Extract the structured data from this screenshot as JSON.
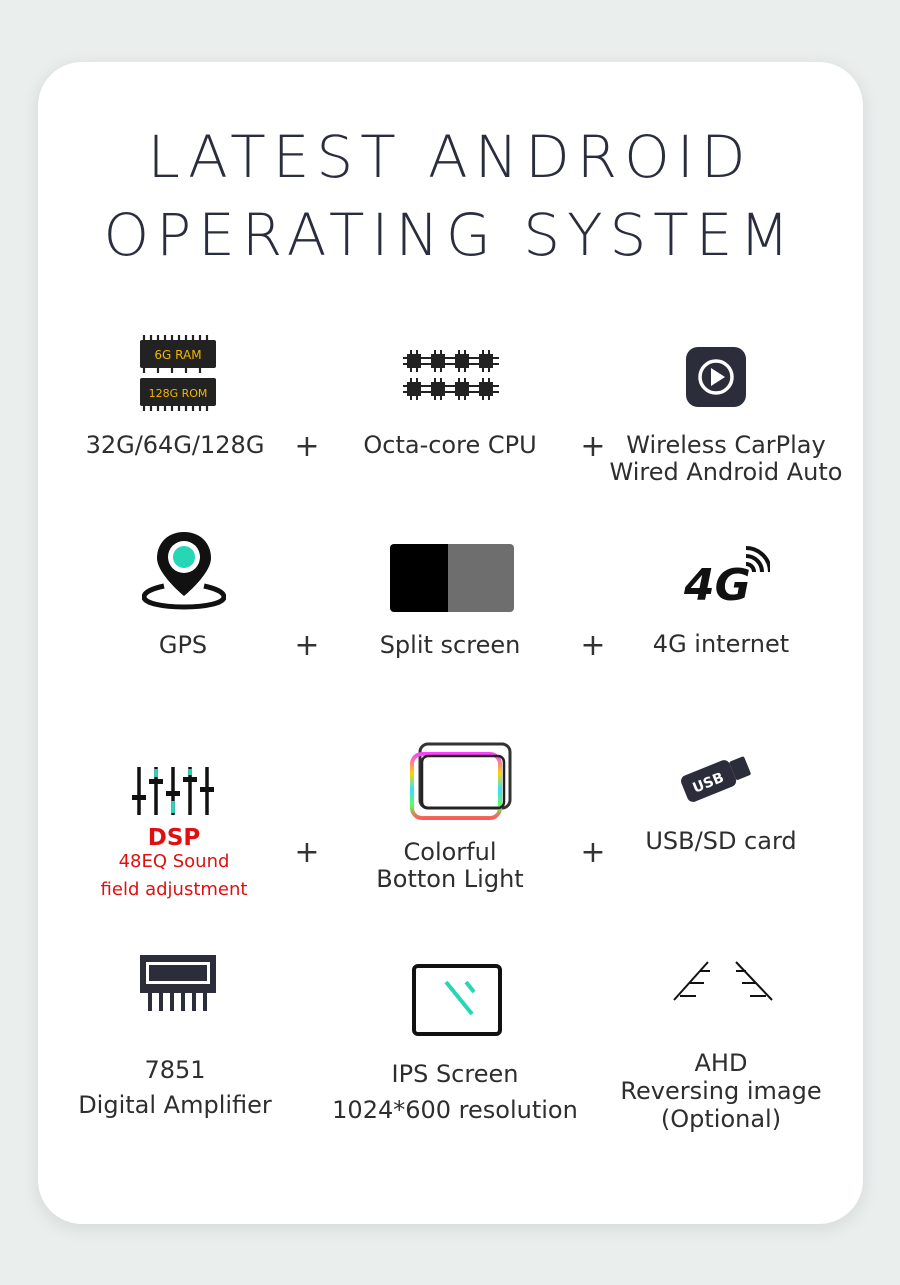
{
  "title": {
    "line1": "LATEST ANDROID",
    "line2": "OPERATING SYSTEM"
  },
  "plus_sign": "+",
  "features": {
    "storage": {
      "label": "32G/64G/128G",
      "chip1": "6G RAM",
      "chip2": "128G ROM"
    },
    "cpu": {
      "label": "Octa-core CPU"
    },
    "carplay": {
      "line1": "Wireless CarPlay",
      "line2": "Wired Android Auto"
    },
    "gps": {
      "label": "GPS"
    },
    "split": {
      "label": "Split screen"
    },
    "net": {
      "label": "4G internet",
      "badge": "4G"
    },
    "dsp": {
      "title": "DSP",
      "line1": "48EQ Sound",
      "line2": "field adjustment"
    },
    "light": {
      "line1": "Colorful",
      "line2": "Botton Light"
    },
    "usb": {
      "label": "USB/SD card",
      "badge": "USB"
    },
    "amp": {
      "line1": "7851",
      "line2": "Digital Amplifier"
    },
    "ips": {
      "line1": "IPS Screen",
      "line2": "1024*600 resolution"
    },
    "ahd": {
      "line1": "AHD",
      "line2": "Reversing image",
      "line3": "(Optional)"
    }
  },
  "colors": {
    "title": "#2a2d3e",
    "dsp_text": "#e01010",
    "gps_dot": "#27d6b4",
    "chip_label": "#f2b600",
    "background": "#eaefee"
  }
}
